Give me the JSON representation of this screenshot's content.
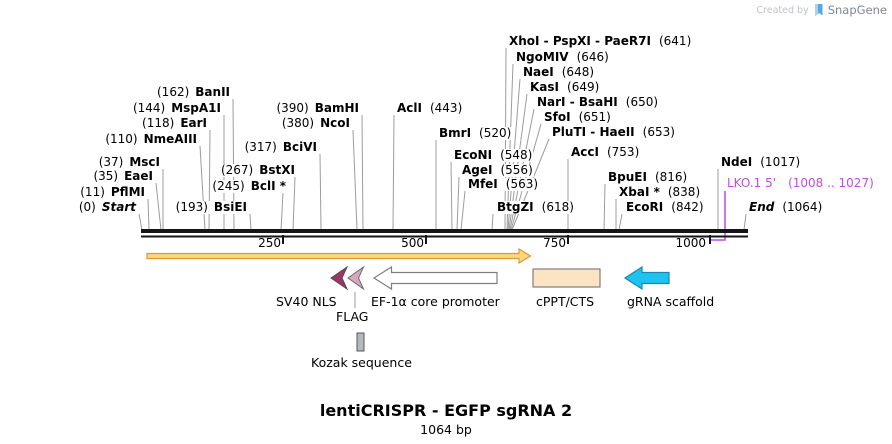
{
  "watermark": {
    "created_by": "Created by",
    "brand": "SnapGene"
  },
  "title": {
    "name": "lentiCRISPR - EGFP sgRNA 2",
    "length": "1064 bp"
  },
  "ruler": {
    "ticks": [
      "250",
      "500",
      "750",
      "1000"
    ]
  },
  "colors": {
    "primer": "#C44AE2",
    "orange_arrow": "#FCD77C",
    "sv40_nls": "#9E3567",
    "flag": "#DAA7C3",
    "ef1a": "#FFFFFF",
    "cppt_cts": "#FCE3C1",
    "grna_scaffold": "#1FC3F0",
    "kozak": "#B3B9BF"
  },
  "features": {
    "sv40": {
      "label": "SV40 NLS"
    },
    "flag": {
      "label": "FLAG"
    },
    "ef1a": {
      "label": "EF-1α core promoter"
    },
    "cppt": {
      "label": "cPPT/CTS"
    },
    "grna": {
      "label": "gRNA scaffold"
    },
    "kozak": {
      "label": "Kozak sequence"
    }
  },
  "sites": {
    "start": {
      "pre": "(0)",
      "name": "Start"
    },
    "pflmi": {
      "pre": "(11)",
      "name": "PflMI"
    },
    "eaei": {
      "pre": "(35)",
      "name": "EaeI"
    },
    "msci": {
      "pre": "(37)",
      "name": "MscI"
    },
    "nmeaiii": {
      "pre": "(110)",
      "name": "NmeAIII"
    },
    "eari": {
      "pre": "(118)",
      "name": "EarI"
    },
    "mspa1i": {
      "pre": "(144)",
      "name": "MspA1I"
    },
    "banii": {
      "pre": "(162)",
      "name": "BanII"
    },
    "bsiei": {
      "pre": "(193)",
      "name": "BsiEI"
    },
    "bcli": {
      "pre": "(245)",
      "name": "BclI *"
    },
    "bstxi": {
      "pre": "(267)",
      "name": "BstXI"
    },
    "bcivi": {
      "pre": "(317)",
      "name": "BciVI"
    },
    "ncoi": {
      "pre": "(380)",
      "name": "NcoI"
    },
    "bamhi": {
      "pre": "(390)",
      "name": "BamHI"
    },
    "acli": {
      "name": "AclI",
      "post": "(443)"
    },
    "bmri": {
      "name": "BmrI",
      "post": "(520)"
    },
    "econi": {
      "name": "EcoNI",
      "post": "(548)"
    },
    "agei": {
      "name": "AgeI",
      "post": "(556)"
    },
    "mfei": {
      "name": "MfeI",
      "post": "(563)"
    },
    "btgzi": {
      "name": "BtgZI",
      "post": "(618)"
    },
    "xhoi": {
      "name": "XhoI - PspXI - PaeR7I",
      "post": "(641)"
    },
    "ngomiv": {
      "name": "NgoMIV",
      "post": "(646)"
    },
    "naei": {
      "name": "NaeI",
      "post": "(648)"
    },
    "kasi": {
      "name": "KasI",
      "post": "(649)"
    },
    "nari": {
      "name": "NarI - BsaHI",
      "post": "(650)"
    },
    "sfoi": {
      "name": "SfoI",
      "post": "(651)"
    },
    "pluti": {
      "name": "PluTI - HaeII",
      "post": "(653)"
    },
    "acci": {
      "name": "AccI",
      "post": "(753)"
    },
    "bpuei": {
      "name": "BpuEI",
      "post": "(816)"
    },
    "xbai": {
      "name": "XbaI *",
      "post": "(838)"
    },
    "ecori": {
      "name": "EcoRI",
      "post": "(842)"
    },
    "ndei": {
      "name": "NdeI",
      "post": "(1017)"
    },
    "lko": {
      "name": "LKO.1 5'",
      "post": "(1008 .. 1027)"
    },
    "end": {
      "name": "End",
      "post": "(1064)"
    }
  }
}
